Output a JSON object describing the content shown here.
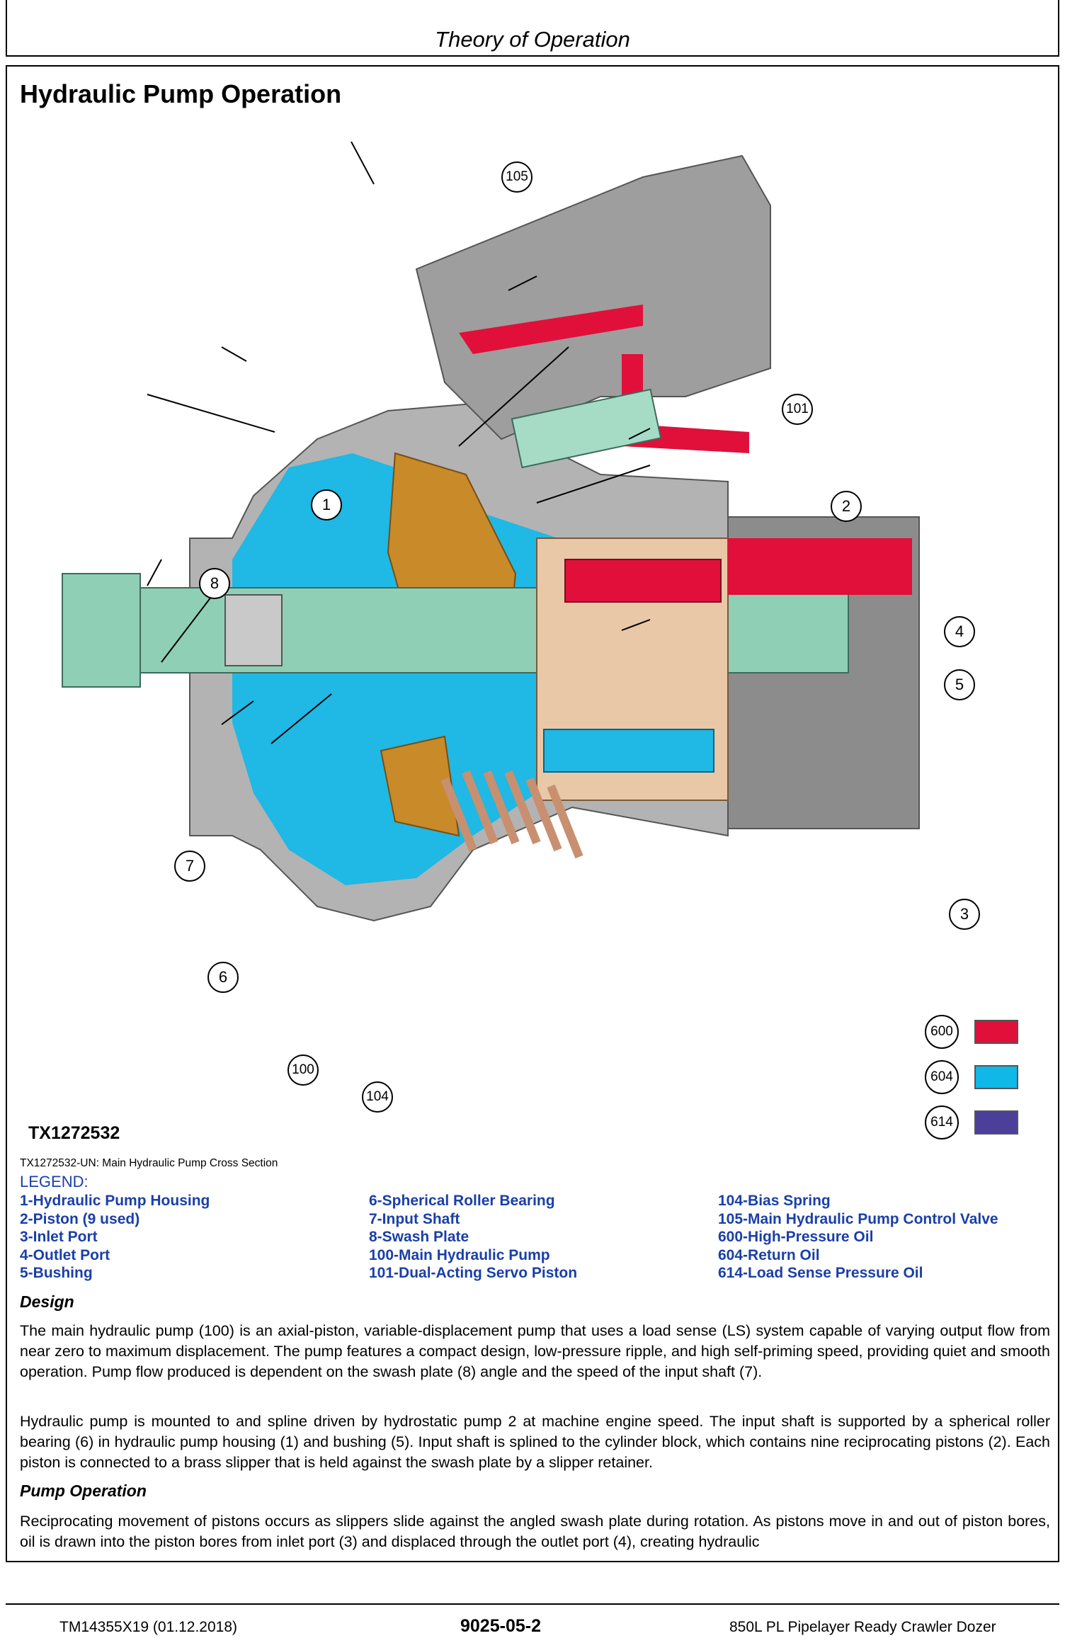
{
  "header": {
    "title": "Theory of Operation"
  },
  "section_title": "Hydraulic Pump Operation",
  "figure": {
    "callouts": [
      "105",
      "101",
      "1",
      "2",
      "8",
      "4",
      "5",
      "7",
      "6",
      "3",
      "100",
      "104"
    ],
    "color_key": [
      {
        "number": "600",
        "color": "#e0103a"
      },
      {
        "number": "604",
        "color": "#0fb8e6"
      },
      {
        "number": "614",
        "color": "#4b3f9a"
      }
    ],
    "id": "TX1272532",
    "caption": "TX1272532-UN: Main Hydraulic Pump Cross Section"
  },
  "legend": {
    "title": "LEGEND:",
    "col1": [
      "1-Hydraulic Pump Housing",
      "2-Piston (9 used)",
      "3-Inlet Port",
      "4-Outlet Port",
      "5-Bushing"
    ],
    "col2": [
      "6-Spherical Roller Bearing",
      "7-Input Shaft",
      "8-Swash Plate",
      "100-Main Hydraulic Pump",
      "101-Dual-Acting Servo Piston"
    ],
    "col3": [
      "104-Bias Spring",
      "105-Main Hydraulic Pump Control Valve",
      "600-High-Pressure Oil",
      "604-Return Oil",
      "614-Load Sense Pressure Oil"
    ]
  },
  "design": {
    "heading": "Design",
    "p1": "The main hydraulic pump (100) is an axial-piston, variable-displacement pump that uses a load sense (LS) system capable of varying output flow from near zero to maximum displacement. The pump features a compact design, low-pressure ripple, and high self-priming speed, providing quiet and smooth operation. Pump flow produced is dependent on the swash plate (8) angle and the speed of the input shaft (7).",
    "p2": "Hydraulic pump is mounted to and spline driven by hydrostatic pump 2 at machine engine speed. The input shaft is supported by a spherical roller bearing (6) in hydraulic pump housing (1) and bushing (5). Input shaft is splined to the cylinder block, which contains nine reciprocating pistons (2). Each piston is connected to a brass slipper that is held against the swash plate by a slipper retainer."
  },
  "operation": {
    "heading": "Pump Operation",
    "p1": "Reciprocating movement of pistons occurs as slippers slide against the angled swash plate during rotation. As pistons move in and out of piston bores, oil is drawn into the piston bores from inlet port (3) and displaced through the outlet port (4), creating hydraulic"
  },
  "footer": {
    "doc_id": "TM14355X19 (01.12.2018)",
    "page": "9025-05-2",
    "model": "850L PL Pipelayer Ready Crawler Dozer"
  }
}
